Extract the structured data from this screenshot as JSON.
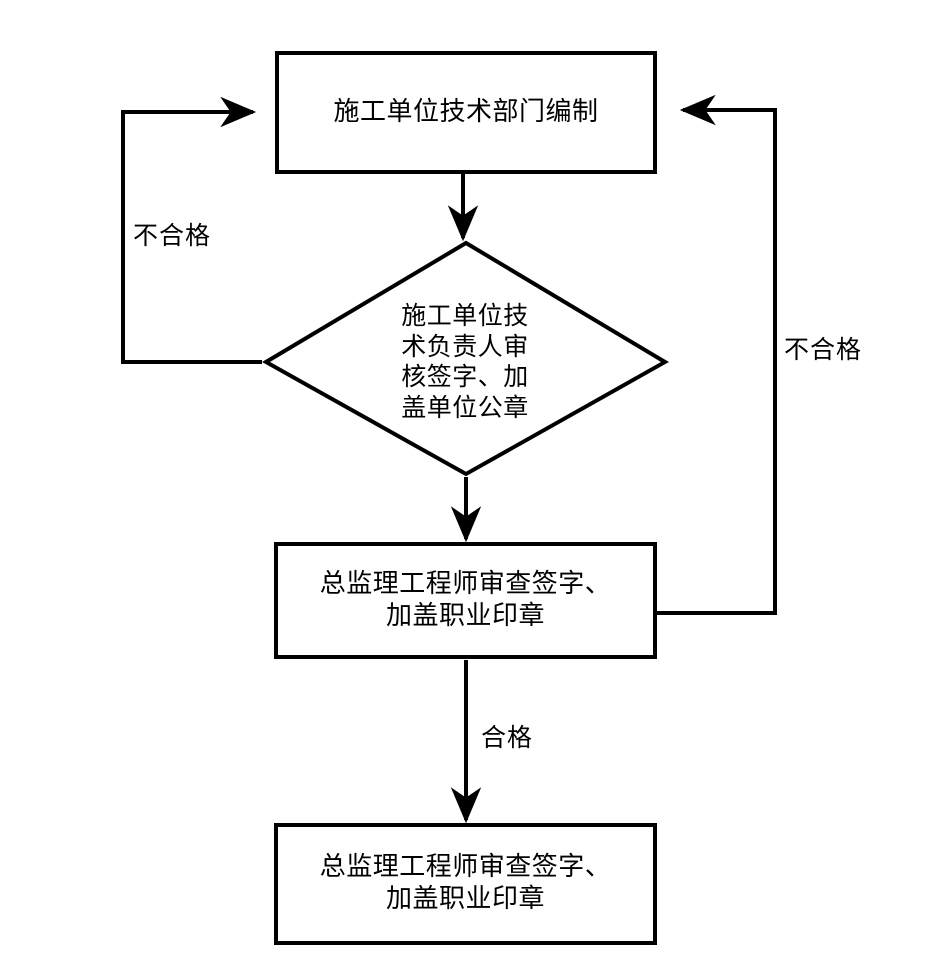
{
  "chart_data": {
    "type": "diagram",
    "title": "",
    "nodes": [
      {
        "id": "n1",
        "shape": "rectangle",
        "label": "施工单位技术部门编制"
      },
      {
        "id": "n2",
        "shape": "diamond",
        "label": "施工单位技\n术负责人审\n核签字、加\n盖单位公章"
      },
      {
        "id": "n3",
        "shape": "rectangle",
        "label": "总监理工程师审查签字、\n加盖职业印章"
      },
      {
        "id": "n4",
        "shape": "rectangle",
        "label": "总监理工程师审查签字、\n加盖职业印章"
      }
    ],
    "edges": [
      {
        "from": "n1",
        "to": "n2",
        "label": "",
        "style": "arrow-down"
      },
      {
        "from": "n2",
        "to": "n1",
        "label": "不合格",
        "style": "loop-left"
      },
      {
        "from": "n2",
        "to": "n3",
        "label": "",
        "style": "arrow-down"
      },
      {
        "from": "n3",
        "to": "n1",
        "label": "不合格",
        "style": "loop-right"
      },
      {
        "from": "n3",
        "to": "n4",
        "label": "合格",
        "style": "arrow-down"
      }
    ]
  },
  "diagram": {
    "nodes": {
      "prepare": "施工单位技术部门编制",
      "decision": "施工单位技\n术负责人审\n核签字、加\n盖单位公章",
      "review": "总监理工程师审查签字、\n加盖职业印章",
      "approve": "总监理工程师审查签字、\n加盖职业印章"
    },
    "labels": {
      "fail_left": "不合格",
      "fail_right": "不合格",
      "pass": "合格"
    },
    "colors": {
      "stroke": "#000000",
      "fill": "#ffffff",
      "text": "#000000"
    }
  }
}
